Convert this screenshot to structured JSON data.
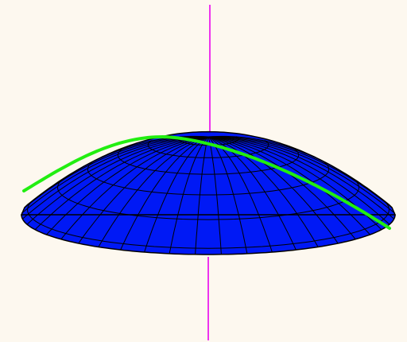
{
  "scene": {
    "background_color": "#fdf8ef",
    "dome_color": "#0019f5",
    "mesh_line_color": "#000000",
    "meridian_highlight_color": "#22ee11",
    "axis_color": "#ee33ee",
    "meridian_count": 28,
    "parallel_count": 6,
    "elements": [
      "vertical-axis",
      "spherical-cap-surface",
      "highlighted-meridian-curve"
    ]
  }
}
